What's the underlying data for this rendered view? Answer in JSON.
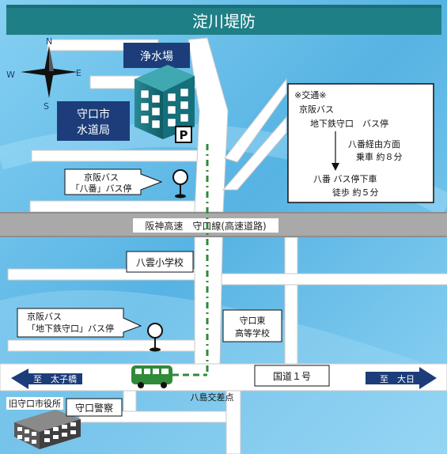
{
  "top_banner": "淀川堤防",
  "compass": {
    "north": "N",
    "south": "S",
    "east": "E",
    "west": "W"
  },
  "landmarks": {
    "water_plant": "浄水場",
    "water_bureau_line1": "守口市",
    "water_bureau_line2": "水道局",
    "parking": "P",
    "yaban_stop_line1": "京阪バス",
    "yaban_stop_line2": "「八番」バス停",
    "hanshin_expressway": "阪神高速　守口線(高速道路)",
    "yakumo_school": "八雲小学校",
    "subway_stop_line1": "京阪バス",
    "subway_stop_line2": "「地下鉄守口」バス停",
    "moriguchi_high_line1": "守口東",
    "moriguchi_high_line2": "高等学校",
    "national_route": "国道１号",
    "to_taishibashi": "至　太子橋",
    "to_osaka": "至　大日",
    "yaban_intersection": "八島交差点",
    "old_city_hall": "旧守口市役所",
    "police": "守口警察"
  },
  "transit_box": {
    "header": "※交通※",
    "line1": "京阪バス",
    "line2": "地下鉄守口　バス停",
    "line3": "八番経由方面",
    "line4": "乗車 約８分",
    "line5": "八番 バス停下車",
    "line6": "徒歩 約５分"
  },
  "colors": {
    "sky_blue": "#5fb8e4",
    "road_gray": "#ffffff",
    "expressway_gray": "#a9a9a9",
    "banner_teal": "#1f7f86",
    "label_navy": "#1c3d7a",
    "route_green": "#2f8a3a"
  }
}
